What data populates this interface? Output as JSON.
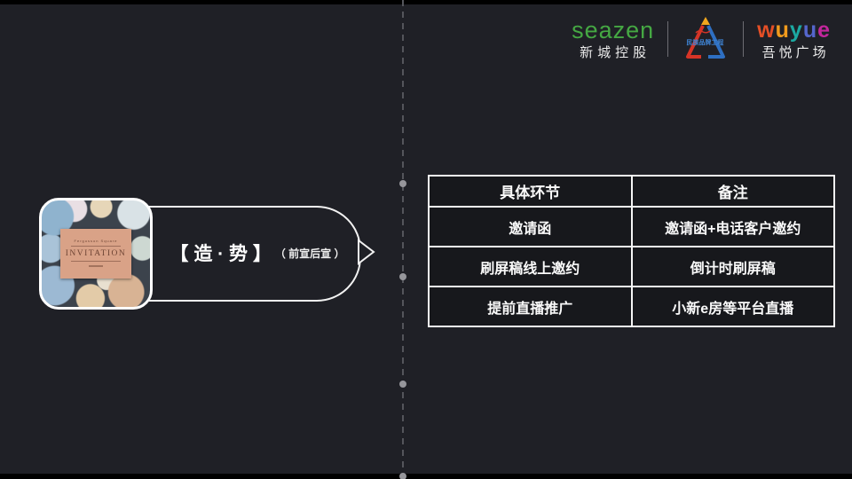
{
  "slide": {
    "background": "#1f2026"
  },
  "logos": {
    "seazen": {
      "en": "seazen",
      "cn": "新城控股",
      "color": "#45a843"
    },
    "brand_project": {
      "label": "民族品牌工程"
    },
    "wuyue": {
      "letters": [
        {
          "ch": "w",
          "color": "#e44f26"
        },
        {
          "ch": "u",
          "color": "#f29b1d"
        },
        {
          "ch": "y",
          "color": "#1ca9a2"
        },
        {
          "ch": "u",
          "color": "#5566cc"
        },
        {
          "ch": "e",
          "color": "#c3269c"
        }
      ],
      "cn": "吾悦广场"
    }
  },
  "feature": {
    "title": "【 造 · 势 】",
    "subtitle": "（ 前宣后宣 ）",
    "invite_image": {
      "card_top": "Fergusson Square",
      "card_title": "INVITATION"
    }
  },
  "table": {
    "headers": [
      "具体环节",
      "备注"
    ],
    "rows": [
      [
        "邀请函",
        "邀请函+电话客户邀约"
      ],
      [
        "刷屏稿线上邀约",
        "倒计时刷屏稿"
      ],
      [
        "提前直播推广",
        "小新e房等平台直播"
      ]
    ]
  }
}
